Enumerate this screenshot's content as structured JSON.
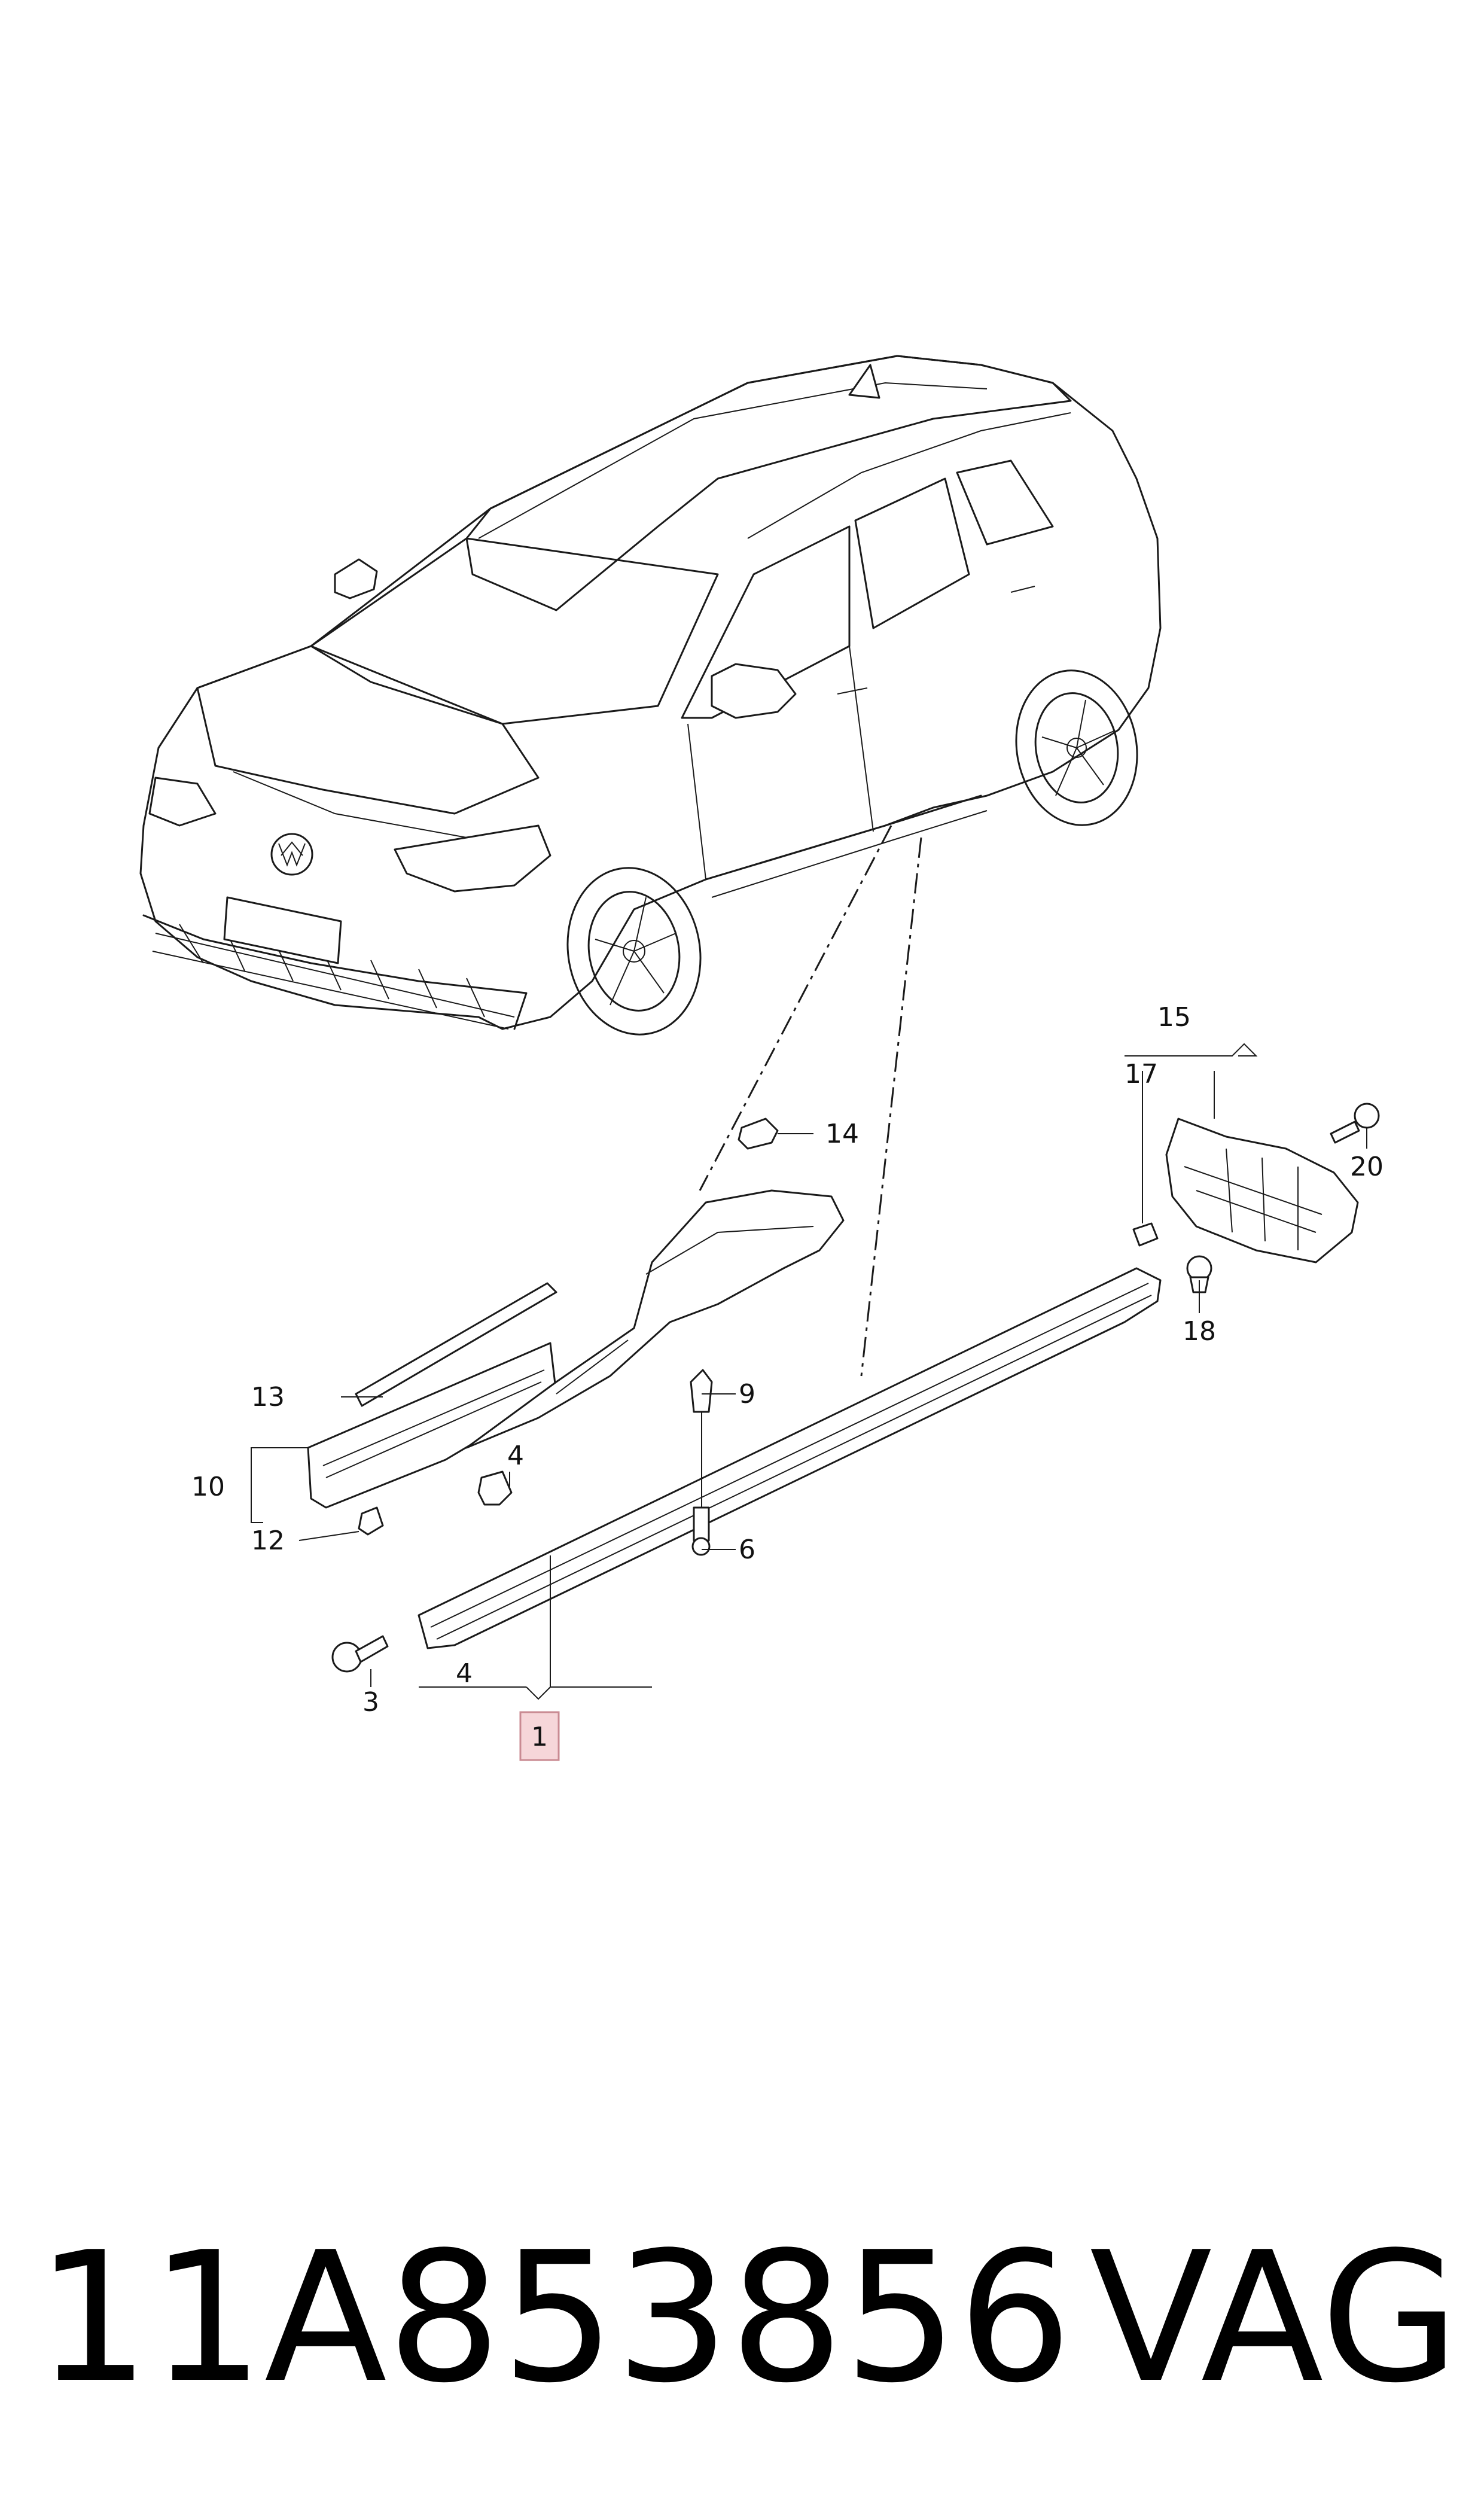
{
  "diagram": {
    "callouts": [
      {
        "id": "c1",
        "text": "1",
        "highlighted": true,
        "highlight_color": "#f6d6d9"
      },
      {
        "id": "c3",
        "text": "3"
      },
      {
        "id": "c4a",
        "text": "4"
      },
      {
        "id": "c4b",
        "text": "4"
      },
      {
        "id": "c6",
        "text": "6"
      },
      {
        "id": "c9",
        "text": "9"
      },
      {
        "id": "c10",
        "text": "10"
      },
      {
        "id": "c12",
        "text": "12"
      },
      {
        "id": "c13",
        "text": "13"
      },
      {
        "id": "c14",
        "text": "14"
      },
      {
        "id": "c15",
        "text": "15"
      },
      {
        "id": "c17",
        "text": "17"
      },
      {
        "id": "c18",
        "text": "18"
      },
      {
        "id": "c20",
        "text": "20"
      }
    ]
  },
  "footer": {
    "part_number": "11A853856",
    "brand": "VAG"
  }
}
